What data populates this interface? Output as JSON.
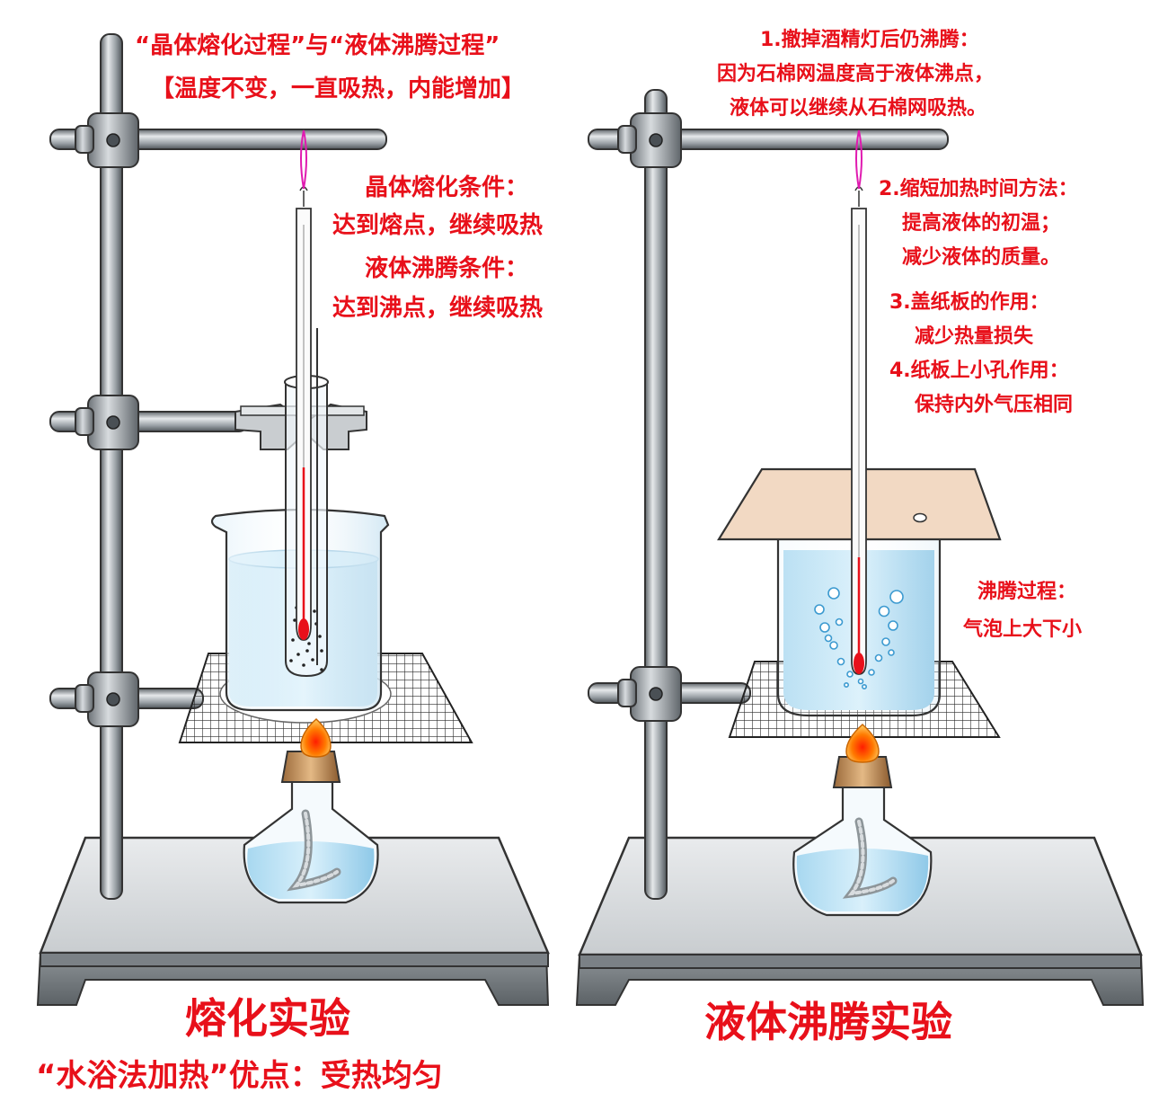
{
  "colors": {
    "label_red": "#e8101a",
    "steel": "#8f969c",
    "water": "#9fd3ef",
    "board": "#f2d9c3",
    "flame": "#ff5a00"
  },
  "left": {
    "header_line1": "“晶体熔化过程”与“液体沸腾过程”",
    "header_line2": "【温度不变，一直吸热，内能增加】",
    "cond1_title": "晶体熔化条件：",
    "cond1_text": "达到熔点，继续吸热",
    "cond2_title": "液体沸腾条件：",
    "cond2_text": "达到沸点，继续吸热",
    "caption": "熔化实验",
    "subcaption": "“水浴法加热”优点：受热均匀"
  },
  "right": {
    "note1_title": "1.撤掉酒精灯后仍沸腾：",
    "note1_line1": "因为石棉网温度高于液体沸点，",
    "note1_line2": "液体可以继续从石棉网吸热。",
    "note2_title": "2.缩短加热时间方法：",
    "note2_line1": "提高液体的初温；",
    "note2_line2": "减少液体的质量。",
    "note3_title": "3.盖纸板的作用：",
    "note3_text": "减少热量损失",
    "note4_title": "4.纸板上小孔作用：",
    "note4_text": "保持内外气压相同",
    "boil_title": "沸腾过程：",
    "boil_text": "气泡上大下小",
    "caption": "液体沸腾实验"
  }
}
